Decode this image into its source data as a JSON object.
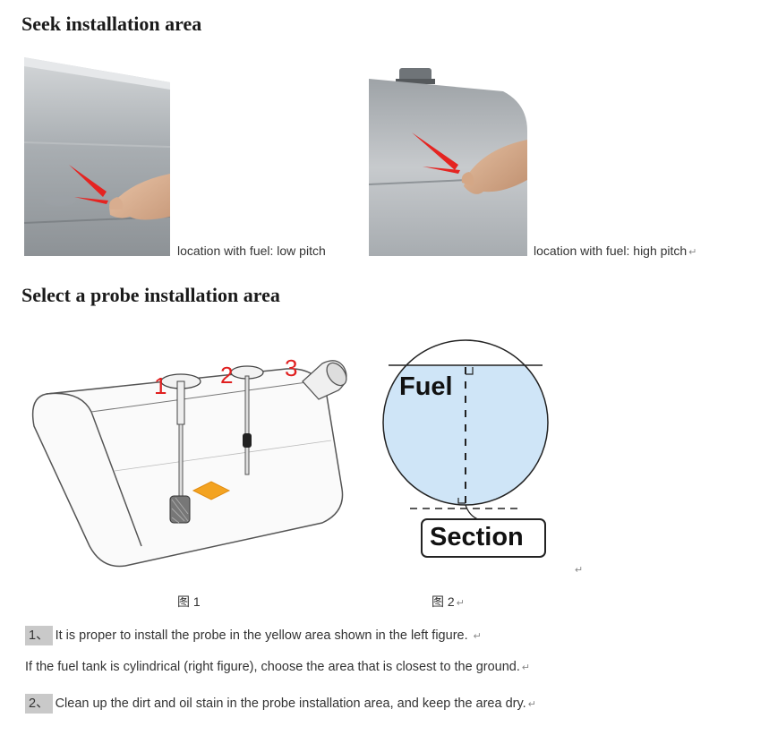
{
  "section1": {
    "heading": "Seek installation area",
    "photo_low_caption": "location with fuel: low pitch",
    "photo_high_caption": "location with fuel: high pitch"
  },
  "section2": {
    "heading": "Select a probe installation area",
    "fig1": {
      "marker1": "1",
      "marker2": "2",
      "marker3": "3",
      "label": "图 1"
    },
    "fig2": {
      "fuel_label": "Fuel",
      "section_label": "Section",
      "label": "图 2"
    }
  },
  "instructions": {
    "item1_num": "1、",
    "item1_text": "It is proper to install the probe in the yellow area shown in the left figure.",
    "item1_sub": "If the fuel tank is cylindrical (right figure), choose the area that is closest to the ground.",
    "item2_num": "2、",
    "item2_text": "Clean up the dirt and oil stain in the probe installation area, and keep the area dry."
  },
  "colors": {
    "arrow_red": "#e52421",
    "marker_red": "#e02020",
    "fuel_blue": "#cfe5f7",
    "yellow_area": "#f3a321"
  },
  "icons": [
    "return-mark-icon"
  ]
}
